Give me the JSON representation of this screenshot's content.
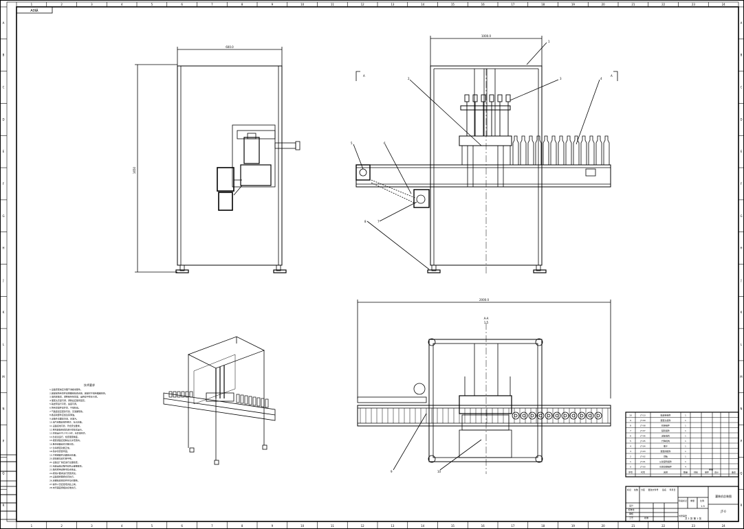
{
  "sheet": {
    "drawing_code": "A0纵",
    "column_numbers": [
      "1",
      "2",
      "3",
      "4",
      "5",
      "6",
      "7",
      "8",
      "9",
      "10",
      "11",
      "12",
      "13",
      "14",
      "15",
      "16",
      "17",
      "18",
      "19",
      "20",
      "21",
      "22",
      "23",
      "24"
    ],
    "row_letters": [
      "A",
      "B",
      "C",
      "D",
      "E",
      "F",
      "G",
      "H",
      "J",
      "K",
      "L",
      "M",
      "N",
      "P",
      "Q",
      "R"
    ]
  },
  "side_view": {
    "width_dim": "600.0",
    "height_dim": "1650"
  },
  "front_view": {
    "width_dim": "1000.0",
    "section_left": "A",
    "section_right": "A",
    "balloons": [
      "1",
      "2",
      "3",
      "4",
      "5",
      "6",
      "7",
      "8"
    ]
  },
  "top_view": {
    "width_dim": "2000.0",
    "section_label_top": "A-A",
    "section_label_bottom": "1:5",
    "balloons": [
      "9",
      "10"
    ]
  },
  "notes": {
    "title": "技术要求",
    "lines": [
      "1.设备安装前应清理干净各零部件。",
      "2.装配前所有零件应按图纸检查合格，装配时不得有磕碰划伤。",
      "3.电机安装后，调整链条张紧度，运转应平稳无卡滞。",
      "4.灌装头高度可调，调整后应锁紧固定。",
      "5.输送带运行平稳，速度可调。",
      "6.所有紧固件应拧紧，不得松动。",
      "7.气路连接应密封可靠，无泄漏现象。",
      "8.各运动部件应加注润滑油。",
      "9.设备外表面应清洁，无油污。",
      "10.电气线路应排列整齐，标识清楚。",
      "11.设备接地可靠，符合安全要求。",
      "12.整机装配完成后进行空载试运行。",
      "13.空载运行不少于2小时，无异常响声。",
      "14.负载试运行，检查灌装精度。",
      "15.灌装误差应控制在允许范围内。",
      "16.各传感器动作灵敏可靠。",
      "17.急停按钮功能正常。",
      "18.防护罩安装牢固。",
      "19.不锈钢部件表面抛光处理。",
      "20.焊接部位应打磨平整。",
      "21.设备出厂前应进行全面检查。",
      "22.包装运输过程中应防止碰撞变形。",
      "23.随机附带说明书及合格证。",
      "24.按用户要求进行安装调试。",
      "25.设备保修期按合同执行。",
      "26.定期检查易损件并及时更换。",
      "27.操作人员应经培训后上岗。",
      "28.未尽事宜按相关标准执行。"
    ]
  },
  "parts_list": {
    "rows": [
      {
        "no": "10",
        "code": "JT-10",
        "name": "输送带组件",
        "qty": "1"
      },
      {
        "no": "9",
        "code": "JT-09",
        "name": "灌装头组件",
        "qty": "1"
      },
      {
        "no": "8",
        "code": "JT-08",
        "name": "机架组件",
        "qty": "1"
      },
      {
        "no": "7",
        "code": "JT-07",
        "name": "链轮组件",
        "qty": "1"
      },
      {
        "no": "6",
        "code": "JT-06",
        "name": "减速电机",
        "qty": "1"
      },
      {
        "no": "5",
        "code": "JT-05",
        "name": "升降机构",
        "qty": "1"
      },
      {
        "no": "4",
        "code": "JT-04",
        "name": "瓶子",
        "qty": "1"
      },
      {
        "no": "3",
        "code": "JT-03",
        "name": "灌装阀组件",
        "qty": "1"
      },
      {
        "no": "2",
        "code": "JT-02",
        "name": "顶板",
        "qty": "1"
      },
      {
        "no": "1",
        "code": "JT-01",
        "name": "从动滚筒组件",
        "qty": "1"
      },
      {
        "no": "0",
        "code": "JT-00",
        "name": "可调支脚组件",
        "qty": "4"
      }
    ],
    "headers": [
      "序号",
      "代号",
      "名称",
      "数量",
      "材料",
      "单件",
      "总计",
      "备注"
    ],
    "weight_header": "重量"
  },
  "title_block": {
    "drawing_name": "灌装机总装图",
    "drawing_no": "JT-0",
    "scale": "1:5",
    "labels": [
      "标记",
      "处数",
      "分区",
      "更改文件号",
      "签名",
      "年月日",
      "设计",
      "标准化",
      "审核",
      "工艺",
      "批准",
      "阶段标记",
      "重量",
      "比例",
      "共张第张"
    ],
    "sheet_info": "共 1 张 第 1 张"
  }
}
